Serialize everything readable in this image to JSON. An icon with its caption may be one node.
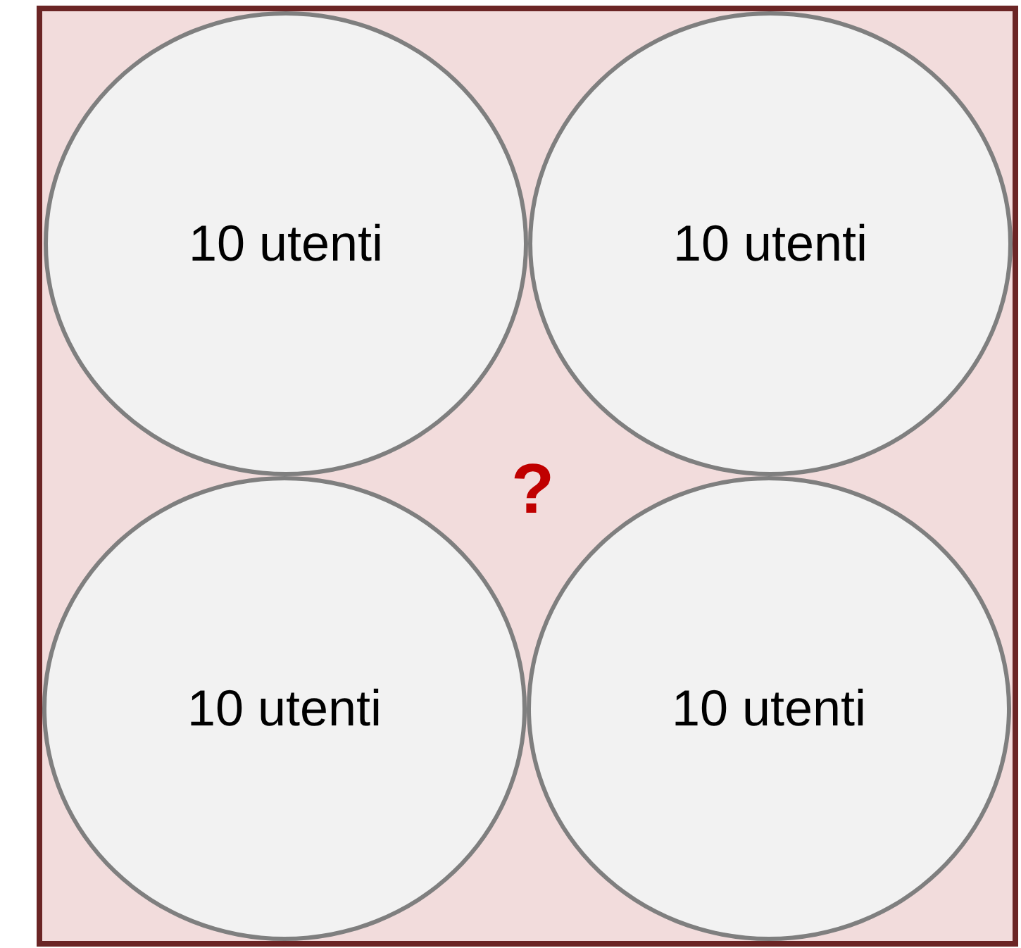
{
  "diagram": {
    "nodes": [
      {
        "text": [],
        "shape": "box"
      },
      {
        "text": [
          "10 utenti"
        ],
        "in": 0
      },
      {
        "text": [
          "10 utenti"
        ],
        "in": 0
      },
      {
        "text": [
          "10 utenti"
        ],
        "in": 0
      },
      {
        "text": [
          "10 utenti"
        ],
        "in": 0
      }
    ],
    "edges": [],
    "labels": [
      "?"
    ]
  }
}
